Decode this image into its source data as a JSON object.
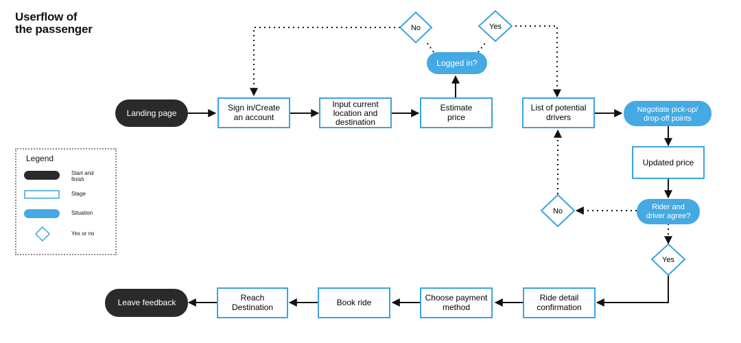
{
  "title": {
    "line1": "Userflow of",
    "line2": "the passenger"
  },
  "colors": {
    "start_finish": "#2a2a2a",
    "stage_border": "#3aa3e0",
    "situation": "#45a9e3",
    "decision": "#3aa3e0",
    "arrow": "#111111"
  },
  "nodes": {
    "landing_page": "Landing page",
    "sign_in": [
      "Sign in/Create",
      "an account"
    ],
    "input_location": [
      "Input current",
      "location and",
      "destination"
    ],
    "estimate_price": [
      "Estimate",
      "price"
    ],
    "logged_in": "Logged in?",
    "no_top": "No",
    "yes_top": "Yes",
    "list_drivers": [
      "List of potential",
      "drivers"
    ],
    "negotiate": [
      "Negotiate pick-up/",
      "drop-off points"
    ],
    "updated_price": "Updated price",
    "rider_agree": [
      "Rider and",
      "driver agree?"
    ],
    "no_mid": "No",
    "yes_mid": "Yes",
    "ride_detail": [
      "Ride detail",
      "confirmation"
    ],
    "choose_payment": [
      "Choose payment",
      "method"
    ],
    "book_ride": "Book ride",
    "reach_destination": [
      "Reach",
      "Destination"
    ],
    "leave_feedback": "Leave feedback"
  },
  "legend": {
    "title": "Legend",
    "items": [
      {
        "label": "Start and finish",
        "icon": "start-finish-pill"
      },
      {
        "label": "Stage",
        "icon": "stage-rectangle"
      },
      {
        "label": "Situation",
        "icon": "situation-pill"
      },
      {
        "label": "Yes or no",
        "icon": "decision-diamond"
      }
    ]
  }
}
